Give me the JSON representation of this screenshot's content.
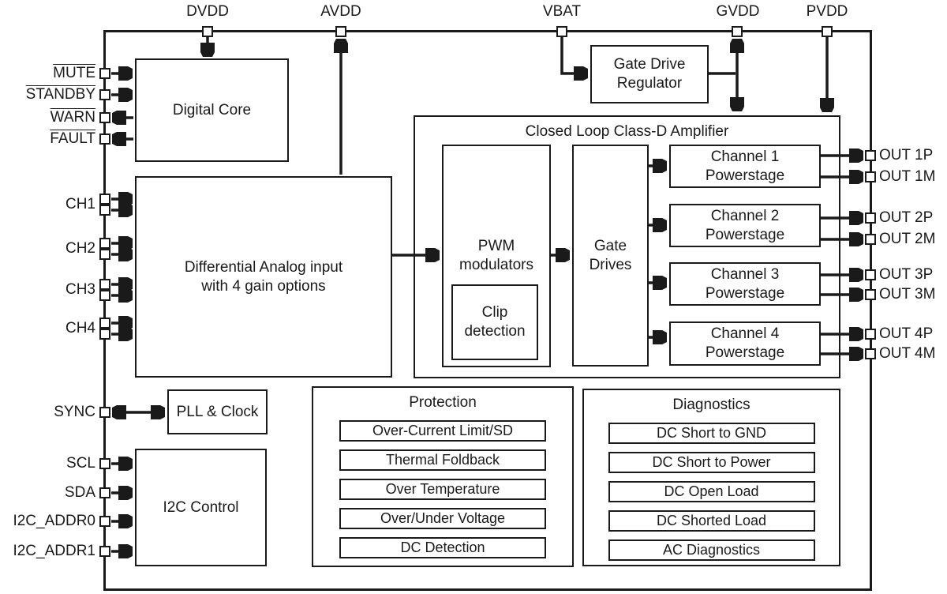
{
  "pins": {
    "top": [
      "DVDD",
      "AVDD",
      "VBAT",
      "GVDD",
      "PVDD"
    ],
    "left": [
      "MUTE",
      "STANDBY",
      "WARN",
      "FAULT",
      "CH1",
      "CH2",
      "CH3",
      "CH4",
      "SYNC",
      "SCL",
      "SDA",
      "I2C_ADDR0",
      "I2C_ADDR1"
    ],
    "right": [
      "OUT 1P",
      "OUT 1M",
      "OUT 2P",
      "OUT 2M",
      "OUT 3P",
      "OUT 3M",
      "OUT 4P",
      "OUT 4M"
    ]
  },
  "blocks": {
    "digital_core": "Digital Core",
    "differential_input": "Differential Analog input\nwith 4 gain options",
    "gate_drive_regulator": "Gate Drive\nRegulator",
    "closed_loop_amplifier": "Closed Loop Class-D Amplifier",
    "pwm_modulators": "PWM\nmodulators",
    "clip_detection": "Clip\ndetection",
    "gate_drives": "Gate\nDrives",
    "channel_powerstages": [
      "Channel 1\nPowerstage",
      "Channel 2\nPowerstage",
      "Channel 3\nPowerstage",
      "Channel 4\nPowerstage"
    ],
    "pll_clock": "PLL & Clock",
    "i2c_control": "I2C Control"
  },
  "protection": {
    "title": "Protection",
    "items": [
      "Over-Current Limit/SD",
      "Thermal Foldback",
      "Over Temperature",
      "Over/Under Voltage",
      "DC Detection"
    ]
  },
  "diagnostics": {
    "title": "Diagnostics",
    "items": [
      "DC Short to GND",
      "DC Short to Power",
      "DC Open Load",
      "DC Shorted Load",
      "AC Diagnostics"
    ]
  },
  "colors": {
    "line": "#1a1a1a",
    "text": "#1a1a1a",
    "background": "#ffffff"
  }
}
